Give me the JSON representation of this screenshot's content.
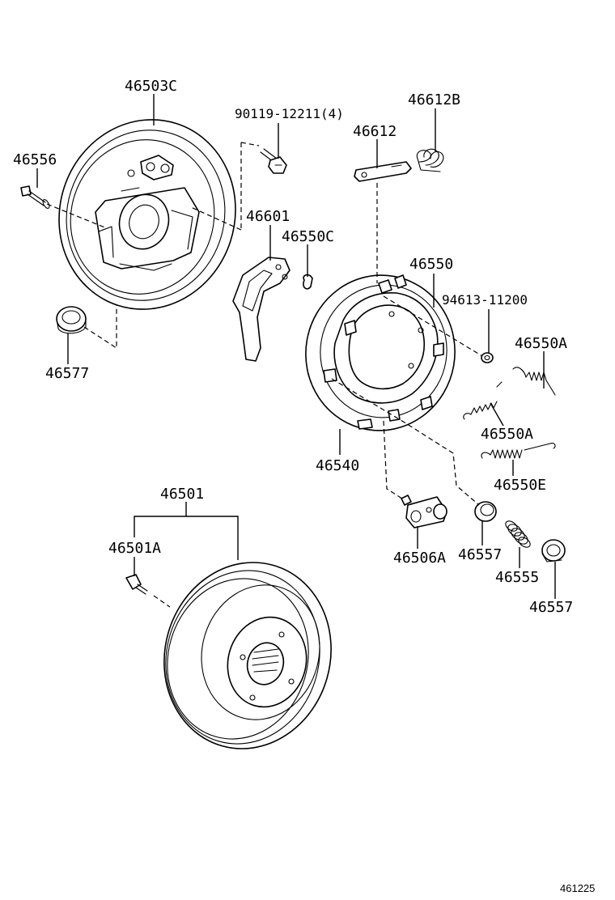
{
  "parts": {
    "p46503C": "46503C",
    "p90119": "90119-12211(4)",
    "p46612B": "46612B",
    "p46612": "46612",
    "p46556": "46556",
    "p46601": "46601",
    "p46550C": "46550C",
    "p46550": "46550",
    "p94613": "94613-11200",
    "p46550A_1": "46550A",
    "p46577": "46577",
    "p46550A_2": "46550A",
    "p46540": "46540",
    "p46550E": "46550E",
    "p46501": "46501",
    "p46501A": "46501A",
    "p46557_1": "46557",
    "p46506A": "46506A",
    "p46555": "46555",
    "p46557_2": "46557"
  },
  "figure_id": "461225"
}
